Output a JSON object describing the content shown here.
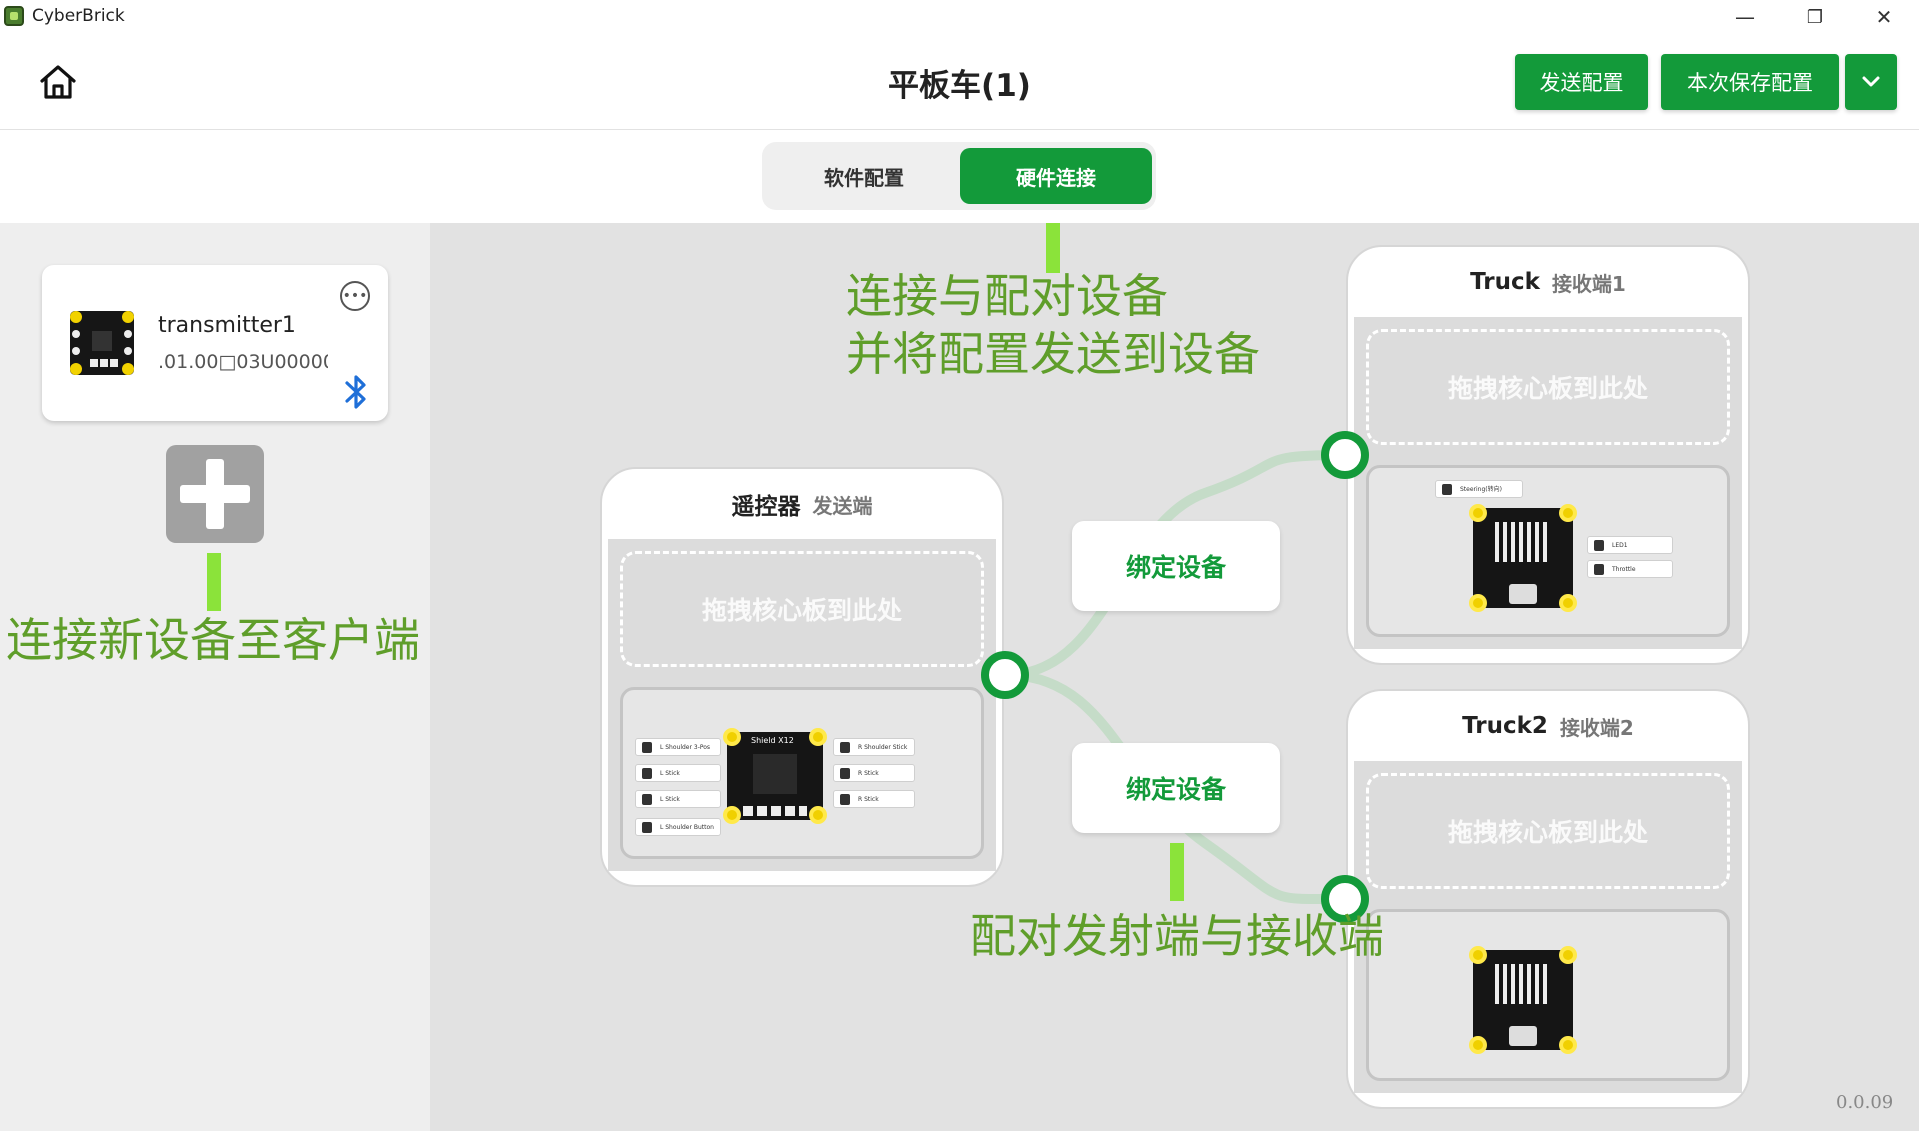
{
  "window": {
    "app_name": "CyberBrick",
    "controls": {
      "minimize": "—",
      "restore": "❐",
      "close": "✕"
    }
  },
  "header": {
    "title": "平板车(1)",
    "send_config_label": "发送配置",
    "save_config_label": "本次保存配置",
    "dropdown_icon": "chevron-down-icon"
  },
  "tabs": {
    "software": "软件配置",
    "hardware": "硬件连接",
    "active": "hardware"
  },
  "device_list": [
    {
      "name": "transmitter1",
      "id": ".01.00□03U00000(",
      "connection": "bluetooth-icon"
    }
  ],
  "annotations": {
    "pair_line1": "连接与配对设备",
    "pair_line2": "并将配置发送到设备",
    "connect_new": "连接新设备至客户端",
    "pair_tx_rx": "配对发射端与接收端"
  },
  "nodes": {
    "transmitter": {
      "title": "遥控器",
      "role": "发送端",
      "drop_hint": "拖拽核心板到此处",
      "board_label": "Shield X12",
      "pins_left": [
        "L Shoulder 3-Pos",
        "L Stick",
        "L Stick",
        "L Shoulder Button"
      ],
      "pins_right": [
        "R Shoulder Stick",
        "R Stick",
        "R Stick"
      ]
    },
    "receiver1": {
      "title": "Truck",
      "role": "接收端1",
      "drop_hint": "拖拽核心板到此处",
      "pins": [
        "Steering(转向)",
        "LED1",
        "Throttle"
      ]
    },
    "receiver2": {
      "title": "Truck2",
      "role": "接收端2",
      "drop_hint": "拖拽核心板到此处"
    }
  },
  "bind_buttons": [
    "绑定设备",
    "绑定设备"
  ],
  "colors": {
    "accent": "#139a3a",
    "annotation": "#5f9e2a",
    "annotation_bar": "#8be33a",
    "link": "#c5dcc8"
  },
  "version": "0.0.09"
}
